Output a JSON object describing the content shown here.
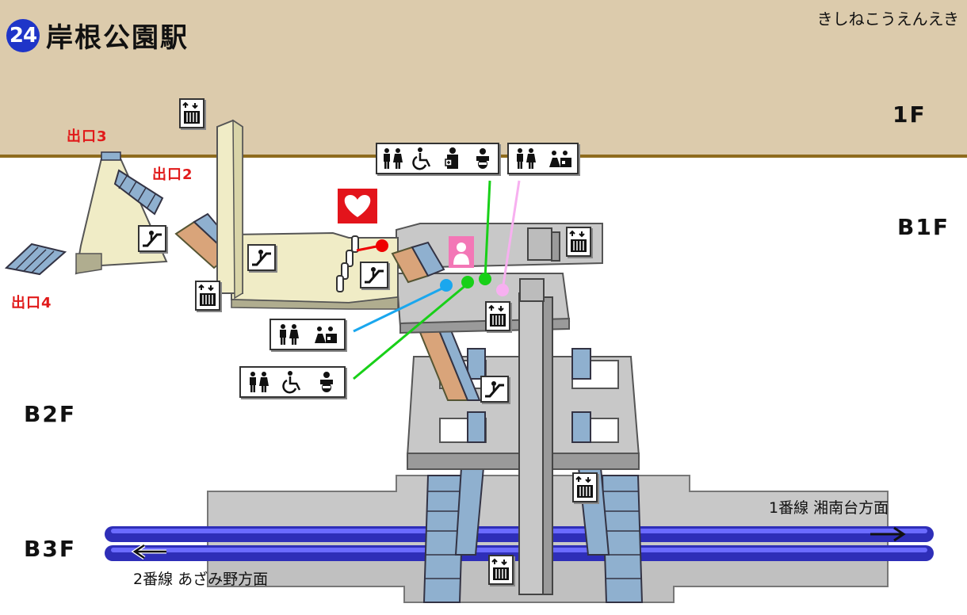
{
  "station": {
    "number": "24",
    "name": "岸根公園駅",
    "reading": "きしねこうえんえき"
  },
  "floors": {
    "f1": "1F",
    "b1": "B1F",
    "b2": "B2F",
    "b3": "B3F"
  },
  "exits": {
    "exit2": "出口2",
    "exit3": "出口3",
    "exit4": "出口4"
  },
  "directions": {
    "track1": "1番線 湘南台方面",
    "track2": "2番線 あざみ野方面"
  },
  "colors": {
    "surface": "#dccbac",
    "ground_line": "#8f6c1e",
    "badge": "#1f35c8",
    "exit_text": "#e11a1a",
    "track": "#3a3ad0",
    "escalator": "#d9a47a",
    "stairs": "#8fb0cf",
    "platform": "#c8c8c8"
  },
  "icons": {
    "elevator": "elevator-icon",
    "escalator": "escalator-icon",
    "restroom_men_women": "restroom-icon",
    "wheelchair": "wheelchair-icon",
    "ostomate": "ostomate-icon",
    "baby_care": "baby-icon",
    "multipurpose_room": "multipurpose-room-icon",
    "heart_seat": "heart-icon",
    "station_staff": "staff-icon"
  }
}
